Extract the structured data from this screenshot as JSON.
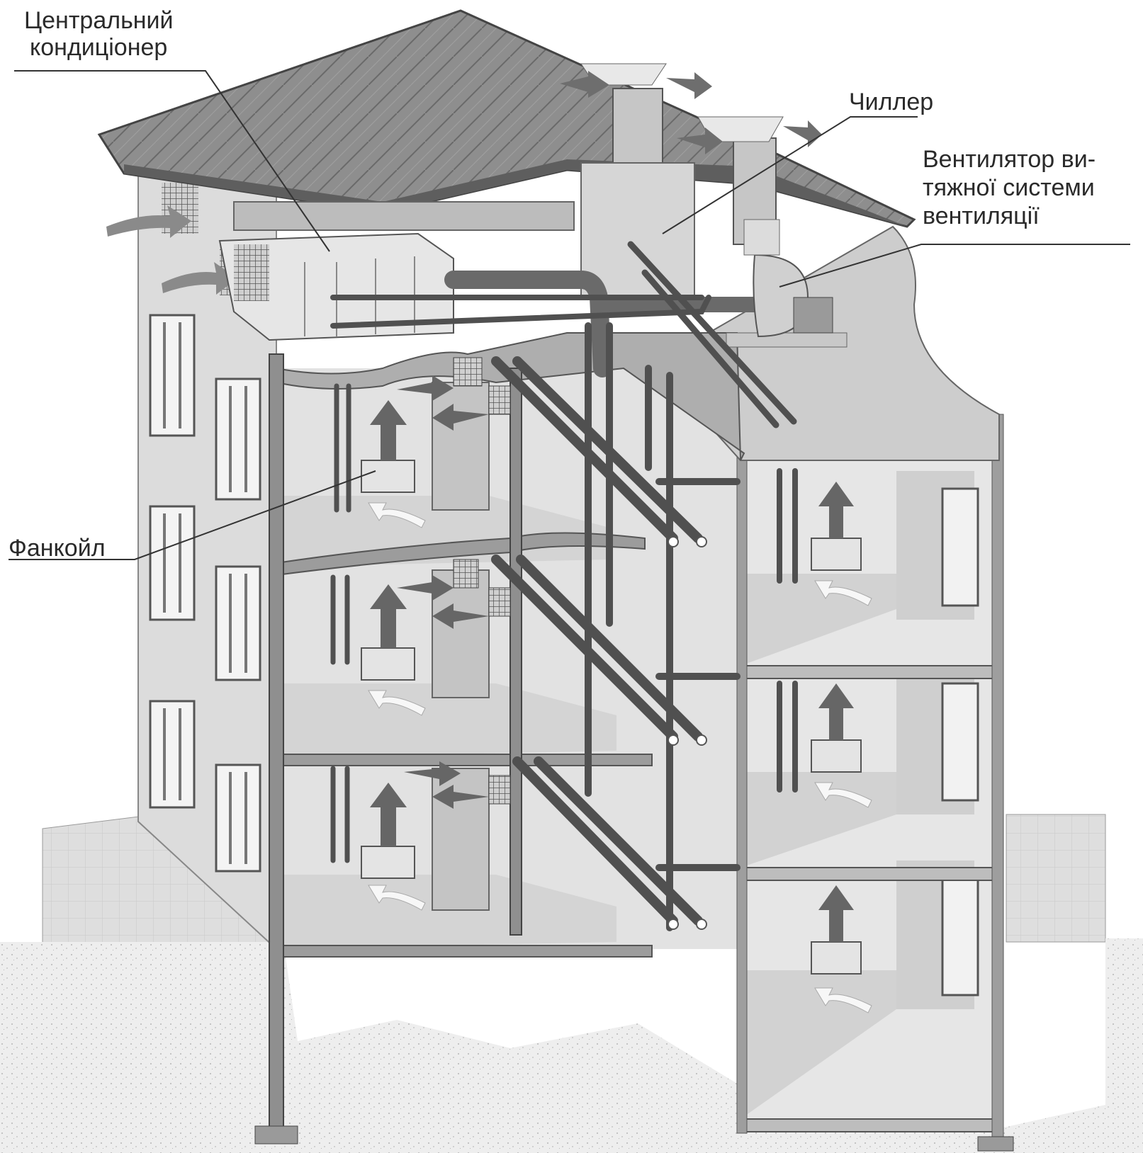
{
  "labels": {
    "central_ac": {
      "line1": "Центральний",
      "line2": "кондиціонер"
    },
    "chiller": "Чиллер",
    "exhaust_fan": {
      "line1": "Вентилятор ви-",
      "line2": "тяжної системи",
      "line3": "вентиляції"
    },
    "fancoil": "Фанкойл"
  },
  "colors": {
    "wall": "#d9d9d9",
    "wall_dark": "#bdbdbd",
    "roof": "#8c8c8c",
    "slab": "#a8a8a8",
    "pipe": "#555555",
    "arrow": "#6e6e6e",
    "ground": "#e6e6e6",
    "line": "#333333"
  }
}
